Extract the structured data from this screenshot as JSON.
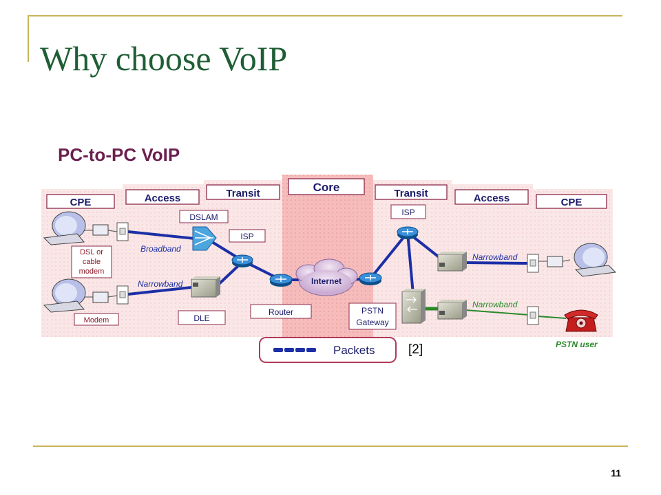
{
  "slide": {
    "title": "Why choose VoIP",
    "page_number": "11",
    "citation": "[2]"
  },
  "diagram": {
    "title": "PC-to-PC VoIP",
    "zones": {
      "cpe_left": "CPE",
      "access_left": "Access",
      "transit_left": "Transit",
      "core": "Core",
      "transit_right": "Transit",
      "access_right": "Access",
      "cpe_right": "CPE"
    },
    "labels": {
      "dslam": "DSLAM",
      "isp_left": "ISP",
      "isp_right": "ISP",
      "dle": "DLE",
      "router": "Router",
      "pstn_gateway_line1": "PSTN",
      "pstn_gateway_line2": "Gateway",
      "dsl_line1": "DSL or",
      "dsl_line2": "cable",
      "dsl_line3": "modem",
      "modem": "Modem",
      "internet": "Internet",
      "pstn_user": "PSTN user"
    },
    "links": {
      "broadband": "Broadband",
      "narrowband_left": "Narrowband",
      "narrowband_right_top": "Narrowband",
      "narrowband_right_bottom": "Narrowband"
    },
    "legend": {
      "packets": "Packets"
    },
    "colors": {
      "packet_line": "#1c2fa6",
      "pstn_line": "#2a8a2a",
      "zone_label_text": "#1a1a6a",
      "zone_label_border": "#8b2b4b",
      "core_fill": "#f6bcbc",
      "zone_fill": "#fae6e6"
    }
  }
}
